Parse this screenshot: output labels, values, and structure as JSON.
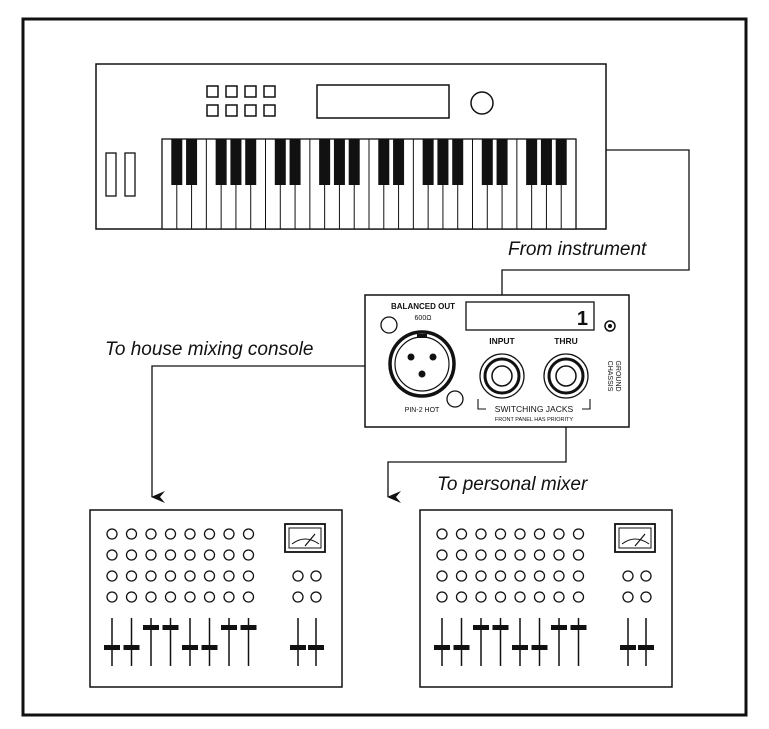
{
  "labels": {
    "from_instrument": "From instrument",
    "to_house": "To house mixing console",
    "to_personal": "To personal mixer"
  },
  "di_box": {
    "balanced_out": "BALANCED OUT",
    "impedance": "600Ω",
    "pin_hot": "PIN-2 HOT",
    "display_value": "1",
    "input_label": "INPUT",
    "thru_label": "THRU",
    "switching_jacks": "SWITCHING JACKS",
    "front_panel": "FRONT PANEL HAS PRIORITY",
    "chassis": "CHASSIS",
    "ground": "GROUND"
  }
}
